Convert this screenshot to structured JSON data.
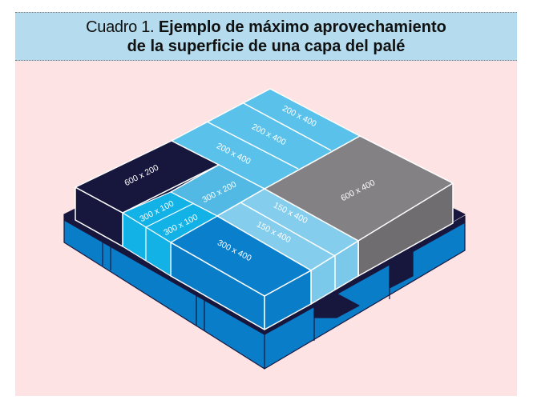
{
  "header": {
    "prefix": "Cuadro 1.",
    "title_line1": "Ejemplo de máximo aprovechamiento",
    "title_line2": "de la superficie de una capa del palé"
  },
  "colors": {
    "header_bg": "#b4dcee",
    "panel_bg": "#fde3e3",
    "pallet_blue": "#0a7dc9",
    "pallet_dark": "#17173e",
    "box_dark": "#17173e",
    "box_light": "#5ac2ea",
    "box_cyan": "#12b2e6",
    "box_mid": "#0a80cc",
    "box_pale": "#84cdec",
    "box_gray": "#838184"
  },
  "boxes": [
    {
      "id": "box-600x200",
      "label": "600 x 200",
      "color": "dark"
    },
    {
      "id": "box-200x400-a",
      "label": "200 x 400",
      "color": "light"
    },
    {
      "id": "box-200x400-b",
      "label": "200 x 400",
      "color": "light"
    },
    {
      "id": "box-200x400-c",
      "label": "200 x 400",
      "color": "light"
    },
    {
      "id": "box-300x200",
      "label": "300 x 200",
      "color": "light"
    },
    {
      "id": "box-300x100-a",
      "label": "300 x 100",
      "color": "cyan"
    },
    {
      "id": "box-300x100-b",
      "label": "300 x 100",
      "color": "cyan"
    },
    {
      "id": "box-300x400",
      "label": "300 x 400",
      "color": "mid"
    },
    {
      "id": "box-150x400-a",
      "label": "150 x 400",
      "color": "pale"
    },
    {
      "id": "box-150x400-b",
      "label": "150 x 400",
      "color": "pale"
    },
    {
      "id": "box-600x400",
      "label": "600 x 400",
      "color": "gray"
    }
  ]
}
